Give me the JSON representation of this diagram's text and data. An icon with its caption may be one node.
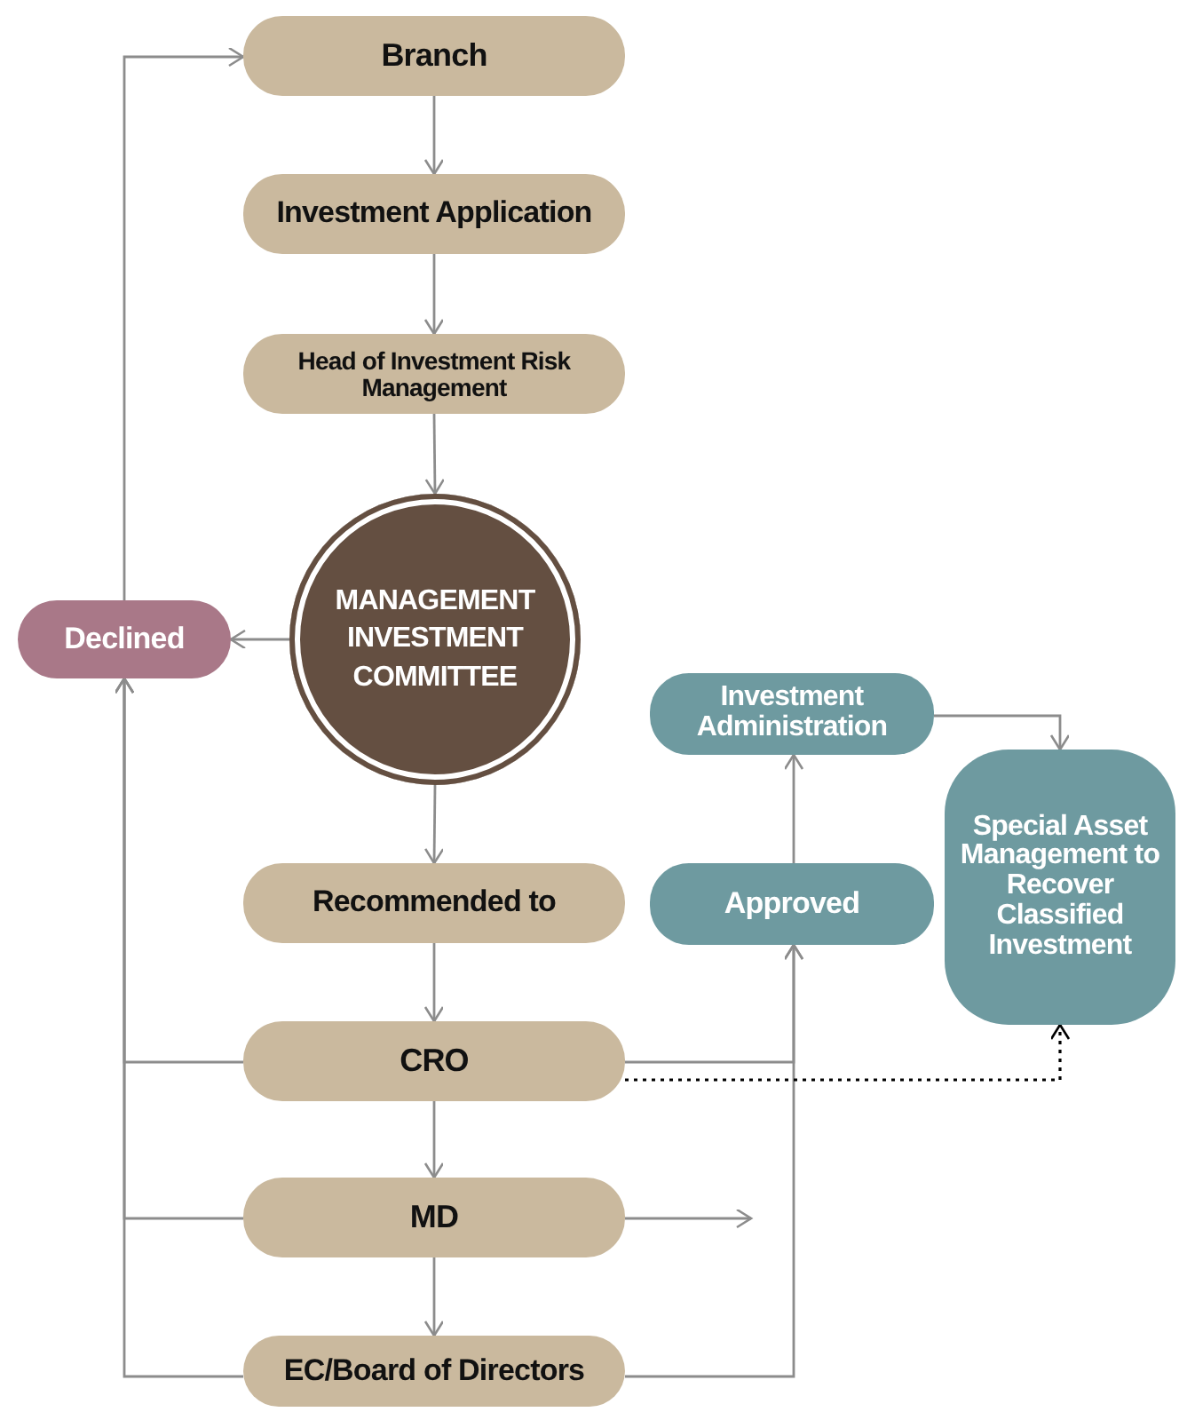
{
  "diagram": {
    "nodes": [
      {
        "text": [
          "Branch"
        ]
      },
      {
        "text": [
          "Investment Application"
        ]
      },
      {
        "text": [
          "Head of Investment Risk Management"
        ]
      },
      {
        "text": [
          "MANAGEMENT INVESTMENT COMMITTEE"
        ]
      },
      {
        "text": [
          "Declined"
        ]
      },
      {
        "text": [
          "Investment Administration"
        ]
      },
      {
        "text": [
          "Special Asset Management to Recover Classified Investment"
        ]
      },
      {
        "text": [
          "Recommended to"
        ]
      },
      {
        "text": [
          "Approved"
        ]
      },
      {
        "text": [
          "CRO"
        ]
      },
      {
        "text": [
          "MD"
        ]
      },
      {
        "text": [
          "EC/Board of Directors"
        ]
      }
    ],
    "edges": [
      {
        "from": 0,
        "to": 1,
        "arrow": "to"
      },
      {
        "from": 1,
        "to": 2,
        "arrow": "to"
      },
      {
        "from": 2,
        "to": 3,
        "arrow": "to"
      },
      {
        "from": 3,
        "to": 4,
        "arrow": "to"
      },
      {
        "from": 4,
        "to": 0,
        "arrow": "to"
      },
      {
        "from": 3,
        "to": 7,
        "arrow": "to"
      },
      {
        "from": 7,
        "to": 9,
        "arrow": "to"
      },
      {
        "from": 9,
        "to": 10,
        "arrow": "to"
      },
      {
        "from": 10,
        "to": 11,
        "arrow": "to"
      },
      {
        "from": 9,
        "to": 4,
        "arrow": "to"
      },
      {
        "from": 10,
        "to": 4,
        "arrow": "to"
      },
      {
        "from": 11,
        "to": 4,
        "arrow": "to"
      },
      {
        "from": 9,
        "to": 8,
        "arrow": "to"
      },
      {
        "from": 10,
        "to": null,
        "arrow": "to"
      },
      {
        "from": 11,
        "to": 8,
        "arrow": "to"
      },
      {
        "from": 8,
        "to": 5,
        "arrow": "to"
      },
      {
        "from": 5,
        "to": 6,
        "arrow": "to"
      },
      {
        "from": 9,
        "to": 6,
        "arrow": "to",
        "style": "dashed",
        "color": "#000000"
      }
    ]
  }
}
